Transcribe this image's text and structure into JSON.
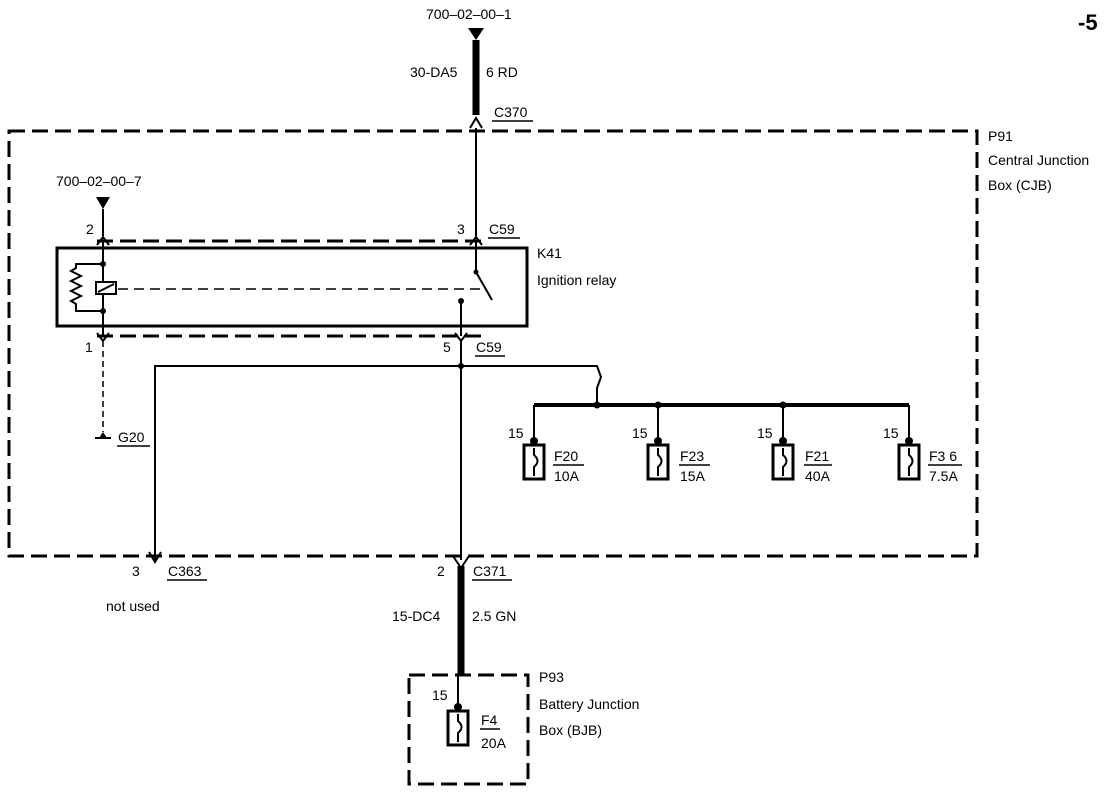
{
  "page_label": "-5",
  "connectors": {
    "top_ref": "700–02–00–1",
    "left_ref": "700–02–00–7",
    "c370": "C370",
    "c59_top": "C59",
    "c59_bottom": "C59",
    "c363": "C363",
    "c371": "C371",
    "g20": "G20"
  },
  "top_wire": {
    "circuit": "30-DA5",
    "spec": "6 RD"
  },
  "bottom_wire": {
    "circuit": "15-DC4",
    "spec": "2.5 GN"
  },
  "cjb": {
    "id": "P91",
    "name_line1": "Central Junction",
    "name_line2": "Box (CJB)"
  },
  "relay": {
    "id": "K41",
    "name": "Ignition relay"
  },
  "pins": {
    "relay_2": "2",
    "relay_3": "3",
    "relay_1": "1",
    "relay_5": "5",
    "c363": "3",
    "c371": "2"
  },
  "fuses_cjb": [
    {
      "pin": "15",
      "id": "F20",
      "rating": "10A"
    },
    {
      "pin": "15",
      "id": "F23",
      "rating": "15A"
    },
    {
      "pin": "15",
      "id": "F21",
      "rating": "40A"
    },
    {
      "pin": "15",
      "id": "F3 6",
      "rating": "7.5A"
    }
  ],
  "not_used": "not used",
  "bjb": {
    "id": "P93",
    "name_line1": "Battery Junction",
    "name_line2": "Box (BJB)"
  },
  "fuse_bjb": {
    "pin": "15",
    "id": "F4",
    "rating": "20A"
  }
}
